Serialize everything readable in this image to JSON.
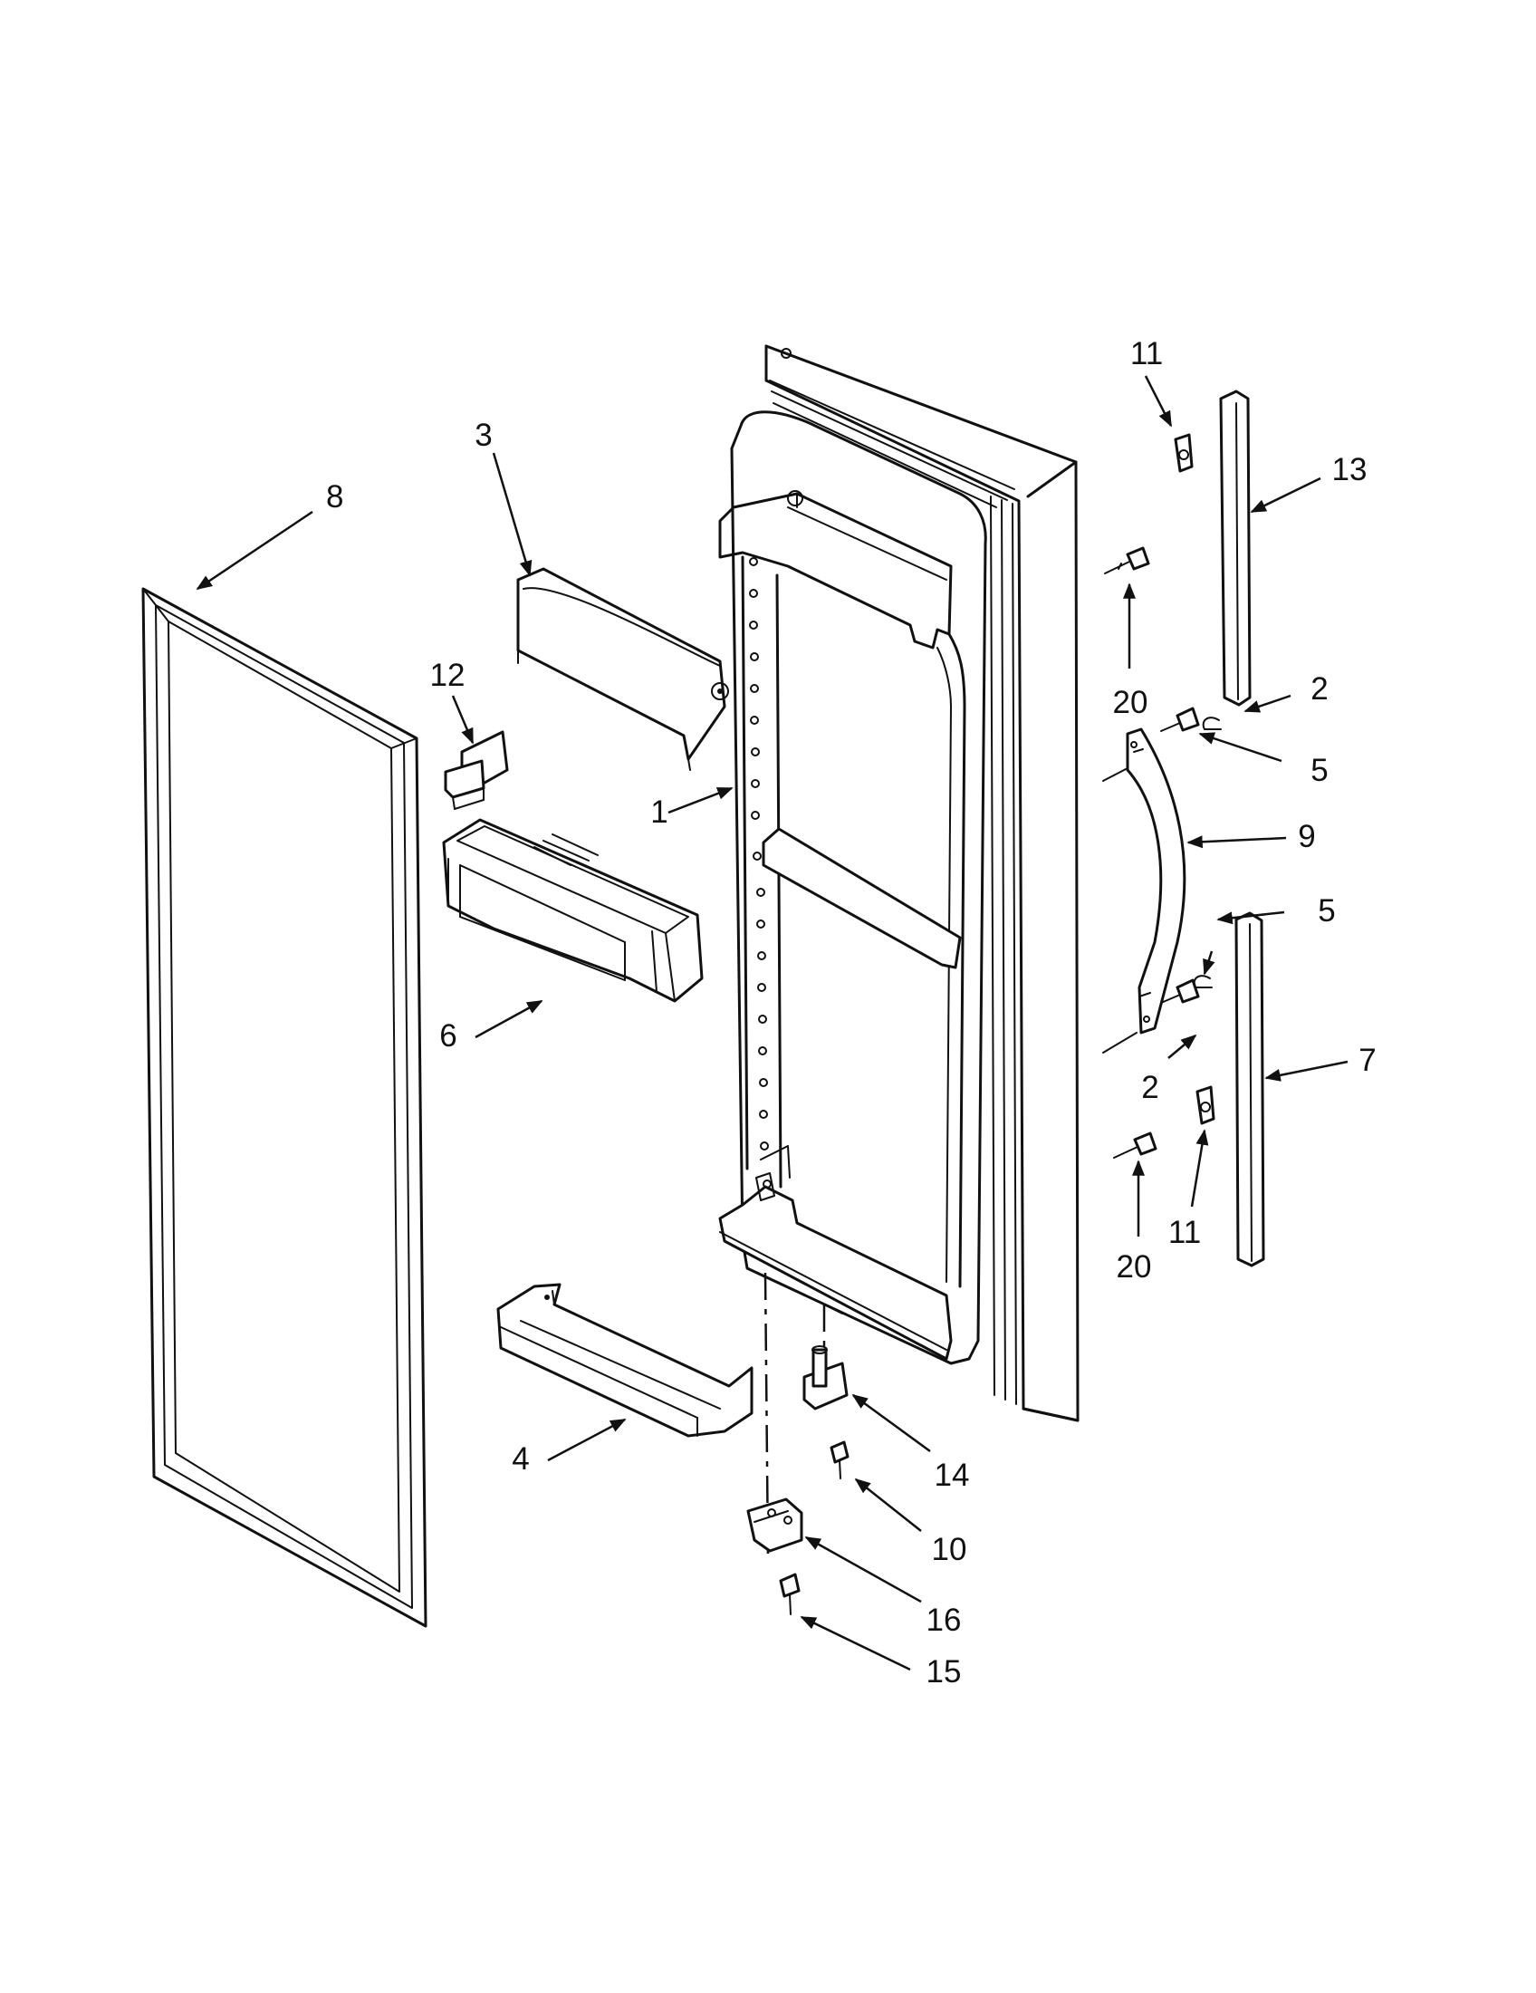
{
  "callouts": [
    {
      "id": "8",
      "label": "8"
    },
    {
      "id": "3",
      "label": "3"
    },
    {
      "id": "12",
      "label": "12"
    },
    {
      "id": "1",
      "label": "1"
    },
    {
      "id": "6",
      "label": "6"
    },
    {
      "id": "4",
      "label": "4"
    },
    {
      "id": "11a",
      "label": "11"
    },
    {
      "id": "13",
      "label": "13"
    },
    {
      "id": "20a",
      "label": "20"
    },
    {
      "id": "2a",
      "label": "2"
    },
    {
      "id": "5a",
      "label": "5"
    },
    {
      "id": "9",
      "label": "9"
    },
    {
      "id": "5b",
      "label": "5"
    },
    {
      "id": "2b",
      "label": "2"
    },
    {
      "id": "7",
      "label": "7"
    },
    {
      "id": "11b",
      "label": "11"
    },
    {
      "id": "20b",
      "label": "20"
    },
    {
      "id": "14",
      "label": "14"
    },
    {
      "id": "10",
      "label": "10"
    },
    {
      "id": "16",
      "label": "16"
    },
    {
      "id": "15",
      "label": "15"
    }
  ]
}
